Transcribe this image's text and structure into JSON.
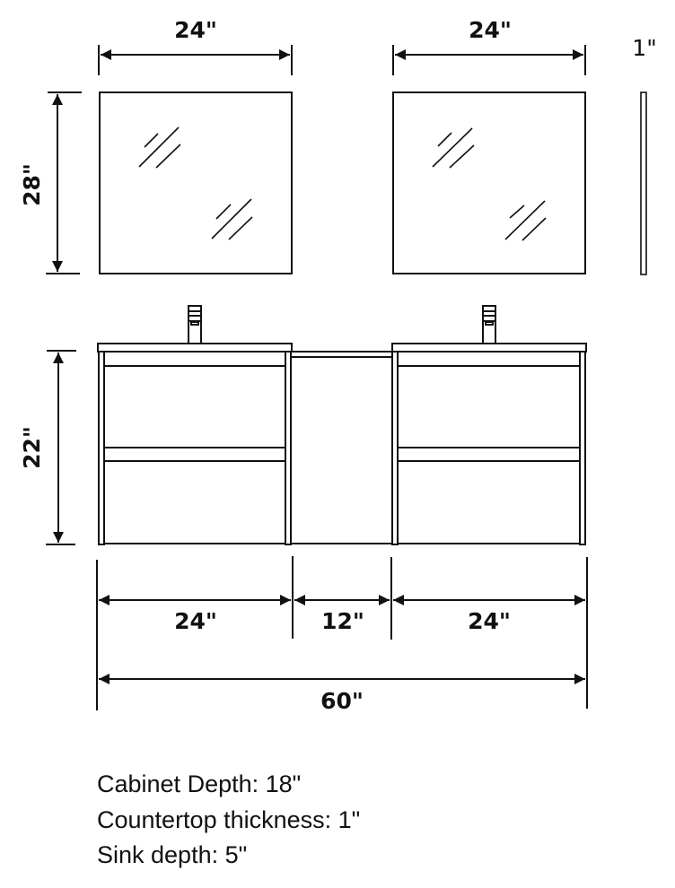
{
  "diagram": {
    "subject": "Double vanity with mirrors - dimension drawing",
    "colors": {
      "line": "#111111",
      "background": "#ffffff"
    },
    "mirrors": {
      "left": {
        "width_label": "24\"",
        "height_label": "28\""
      },
      "right": {
        "width_label": "24\""
      },
      "side_profile": {
        "thickness_label": "1\""
      }
    },
    "vanity": {
      "height_label": "22\"",
      "segments": [
        {
          "name": "left-cabinet",
          "label": "24\""
        },
        {
          "name": "middle-shelf",
          "label": "12\""
        },
        {
          "name": "right-cabinet",
          "label": "24\""
        }
      ],
      "total_width_label": "60\""
    },
    "notes": [
      "Cabinet Depth: 18\"",
      "Countertop thickness: 1\"",
      "Sink depth: 5\""
    ]
  }
}
